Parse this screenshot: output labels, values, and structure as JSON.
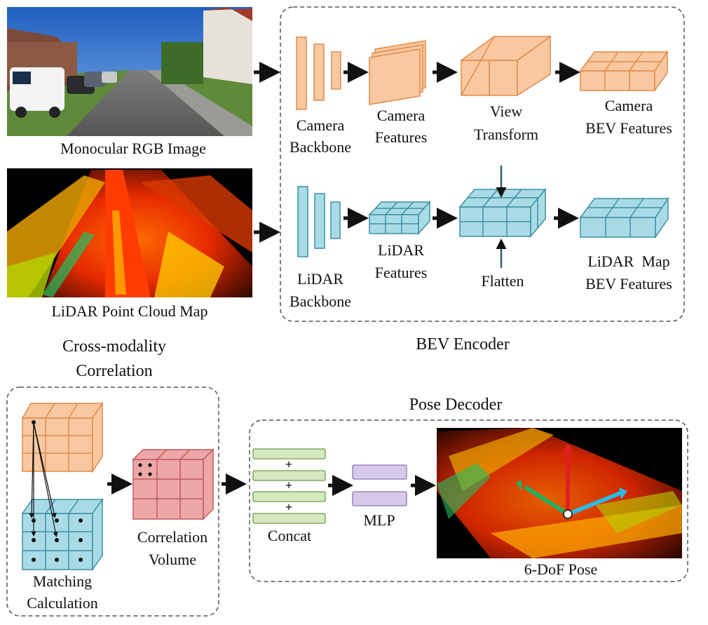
{
  "images": {
    "rgb_label": "Monocular RGB Image",
    "lidar_label": "LiDAR Point Cloud Map",
    "pose_label": "6-DoF Pose"
  },
  "bev_encoder": {
    "title": "BEV Encoder",
    "camera": {
      "backbone": [
        "Camera",
        "Backbone"
      ],
      "features": [
        "Camera",
        "Features"
      ],
      "view_transform": [
        "View",
        "Transform"
      ],
      "bev_features": [
        "Camera",
        "BEV Features"
      ]
    },
    "lidar": {
      "backbone": [
        "LiDAR",
        "Backbone"
      ],
      "features": [
        "LiDAR",
        "Features"
      ],
      "flatten": "Flatten",
      "bev_features": [
        "LiDAR  Map",
        "BEV Features"
      ]
    }
  },
  "cross_modality": {
    "title": [
      "Cross-modality",
      "Correlation"
    ],
    "matching": [
      "Matching",
      "Calculation"
    ],
    "correlation": [
      "Correlation",
      "Volume"
    ]
  },
  "pose_decoder": {
    "title": "Pose Decoder",
    "concat": "Concat",
    "mlp": "MLP",
    "plus": "+"
  },
  "colors": {
    "camera_fill": "#f9c8a0",
    "camera_stroke": "#e08a4a",
    "lidar_fill": "#a9dbe6",
    "lidar_stroke": "#3d8fa3",
    "corr_fill": "#eda7a7",
    "corr_stroke": "#c05a5a",
    "concat_fill": "#d6e8bf",
    "concat_stroke": "#6f9a4c",
    "mlp_fill": "#d6c9ea",
    "mlp_stroke": "#8a77b3",
    "box_stroke": "#555555",
    "arrow": "#111111"
  }
}
